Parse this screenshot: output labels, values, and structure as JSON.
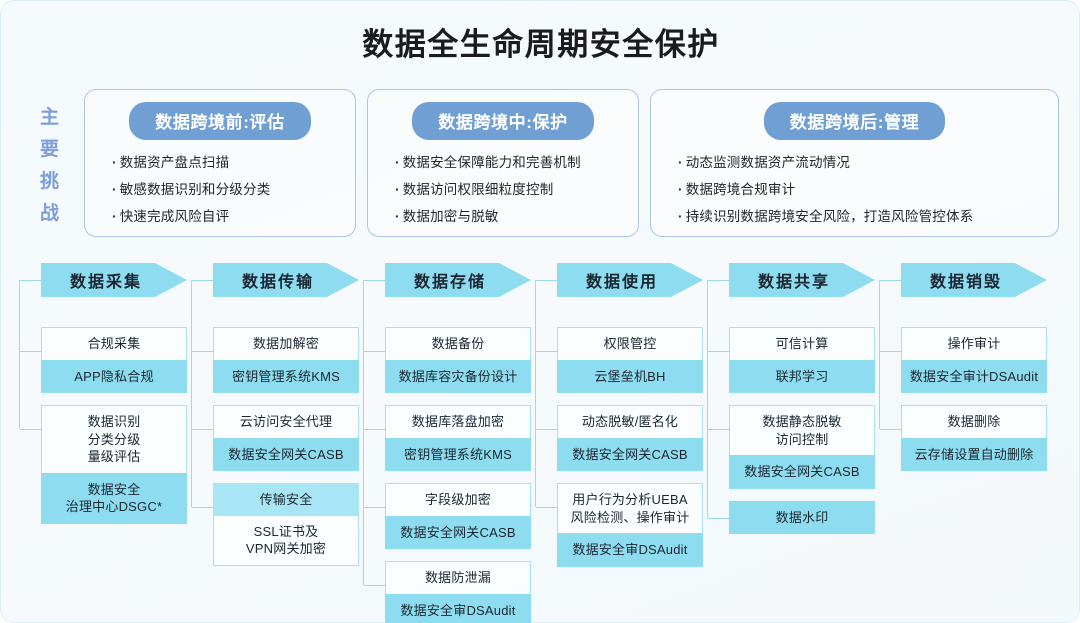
{
  "title": "数据全生命周期安全保护",
  "challenges": {
    "label_chars": [
      "主",
      "要",
      "挑",
      "战"
    ],
    "cards": [
      {
        "pill": "数据跨境前:评估",
        "items": [
          "数据资产盘点扫描",
          "敏感数据识别和分级分类",
          "快速完成风险自评"
        ]
      },
      {
        "pill": "数据跨境中:保护",
        "items": [
          "数据安全保障能力和完善机制",
          "数据访问权限细粒度控制",
          "数据加密与脱敏"
        ]
      },
      {
        "pill": "数据跨境后:管理",
        "items": [
          "动态监测数据资产流动情况",
          "数据跨境合规审计",
          "持续识别数据跨境安全风险，打造风险管控体系"
        ]
      }
    ]
  },
  "colors": {
    "cyan": "#8ddcf0",
    "cyan_light": "#a9e6f5",
    "pill_blue": "#6f9fd3",
    "label_blue": "#7e9ed8",
    "border_cyan": "#a9e0f1",
    "card_border": "#aac6e8"
  },
  "lifecycle": [
    {
      "stage": "数据采集",
      "groups": [
        {
          "head": "合规采集",
          "body": "APP隐私合规",
          "style": "white-over-fill"
        },
        {
          "head": "数据识别\n分类分级\n量级评估",
          "body": "数据安全\n治理中心DSGC*",
          "style": "white-over-fill"
        }
      ]
    },
    {
      "stage": "数据传输",
      "groups": [
        {
          "head": "数据加解密",
          "body": "密钥管理系统KMS",
          "style": "white-over-fill"
        },
        {
          "head": "云访问安全代理",
          "body": "数据安全网关CASB",
          "style": "white-over-fill"
        },
        {
          "head": "传输安全",
          "body": "SSL证书及\nVPN网关加密",
          "style": "fill-over-white"
        }
      ]
    },
    {
      "stage": "数据存储",
      "groups": [
        {
          "head": "数据备份",
          "body": "数据库容灾备份设计",
          "style": "white-over-fill"
        },
        {
          "head": "数据库落盘加密",
          "body": "密钥管理系统KMS",
          "style": "white-over-fill"
        },
        {
          "head": "字段级加密",
          "body": "数据安全网关CASB",
          "style": "white-over-fill"
        },
        {
          "head": "数据防泄漏",
          "body": "数据安全审DSAudit",
          "style": "white-over-fill"
        }
      ]
    },
    {
      "stage": "数据使用",
      "groups": [
        {
          "head": "权限管控",
          "body": "云堡垒机BH",
          "style": "white-over-fill"
        },
        {
          "head": "动态脱敏/匿名化",
          "body": "数据安全网关CASB",
          "style": "white-over-fill"
        },
        {
          "head": "用户行为分析UEBA\n风险检测、操作审计",
          "body": "数据安全审DSAudit",
          "style": "white-over-fill"
        }
      ]
    },
    {
      "stage": "数据共享",
      "groups": [
        {
          "head": "可信计算",
          "body": "联邦学习",
          "style": "white-over-fill"
        },
        {
          "head": "数据静态脱敏\n访问控制",
          "body": "数据安全网关CASB",
          "style": "white-over-fill"
        },
        {
          "head": "数据水印",
          "body": "",
          "style": "solo-fill"
        }
      ]
    },
    {
      "stage": "数据销毁",
      "groups": [
        {
          "head": "操作审计",
          "body": "数据安全审计DSAudit",
          "style": "white-over-fill"
        },
        {
          "head": "数据删除",
          "body": "云存储设置自动删除",
          "style": "white-over-fill"
        }
      ]
    }
  ]
}
